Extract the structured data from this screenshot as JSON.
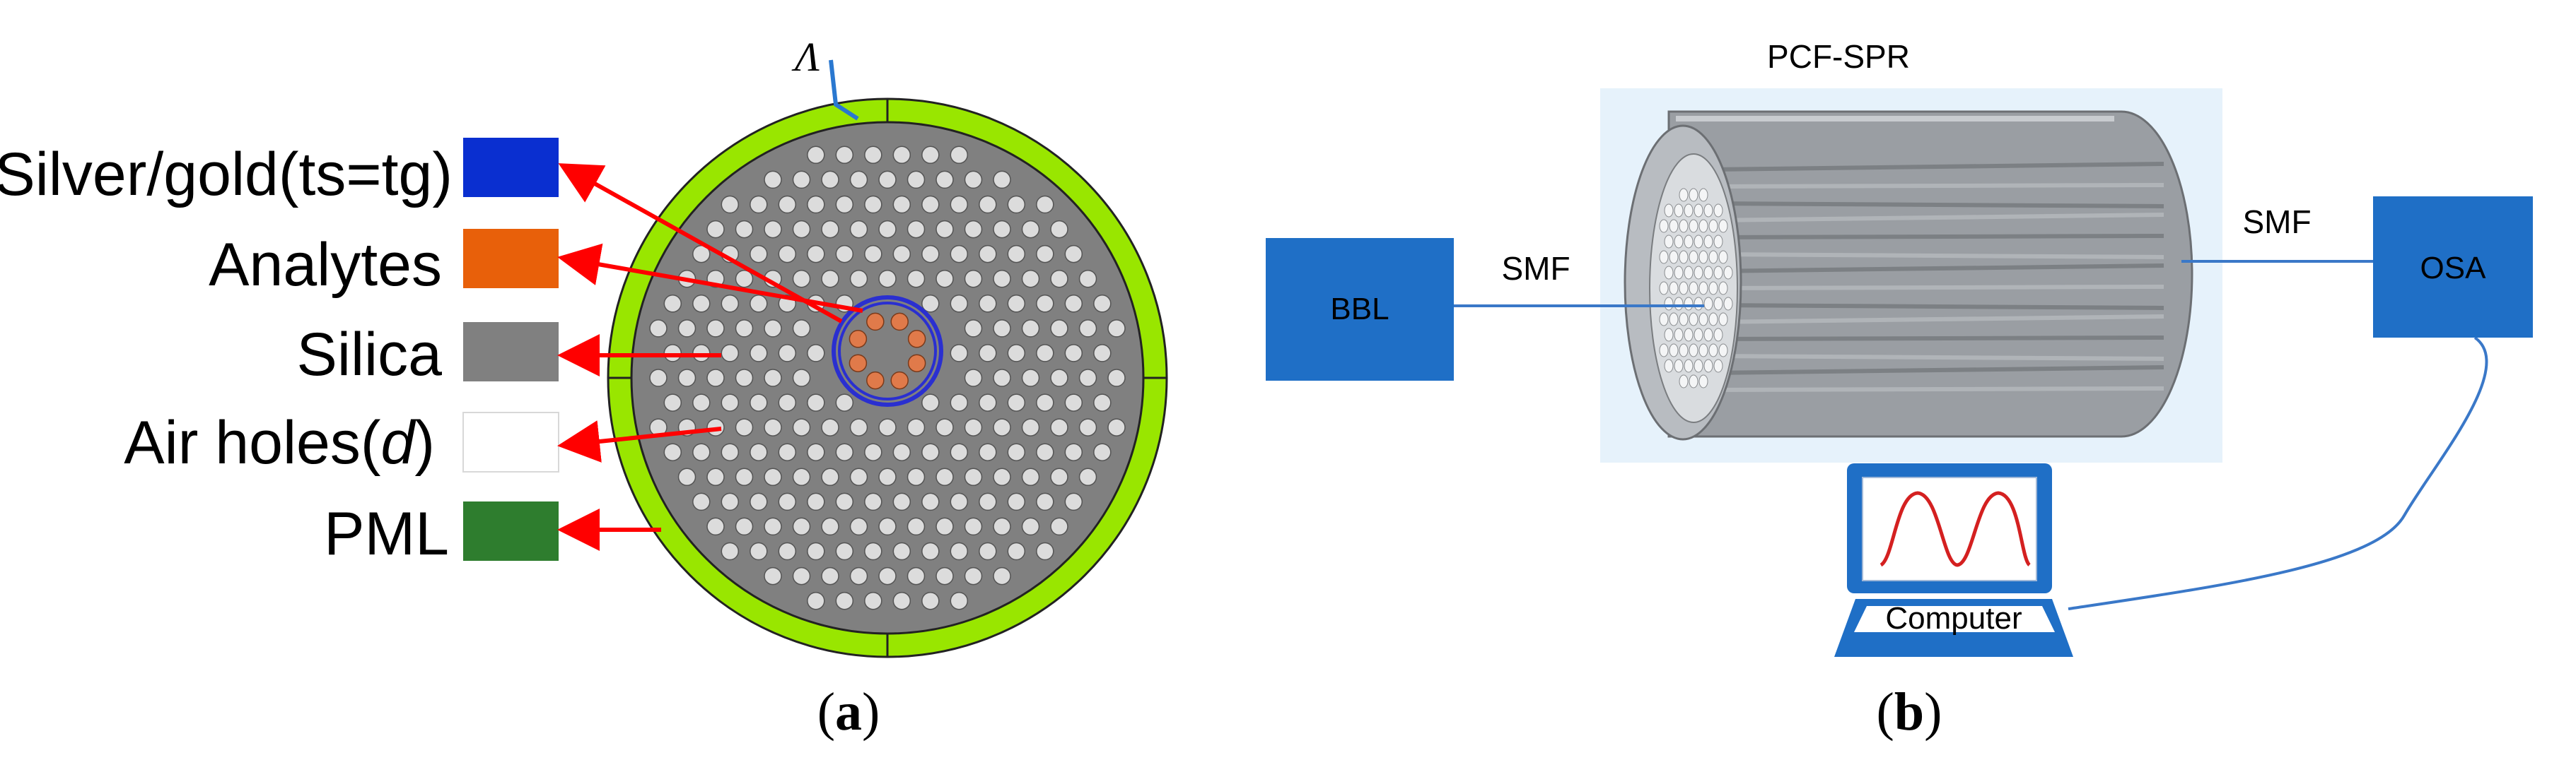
{
  "panel_a": {
    "caption": {
      "open": "(",
      "letter": "a",
      "close": ")"
    },
    "pitch_symbol": "Λ",
    "legend": [
      {
        "key": "silver",
        "text": "Silver/gold(ts=tg)",
        "color": "#0a2fd0"
      },
      {
        "key": "analytes",
        "text": "Analytes",
        "color": "#e8600a"
      },
      {
        "key": "silica",
        "text": "Silica",
        "color": "#808080"
      },
      {
        "key": "air",
        "text_pre": "Air holes(",
        "text_ital": "d",
        "text_post": ")",
        "color": "#ffffff"
      },
      {
        "key": "pml",
        "text": "PML",
        "color": "#2e7d2e"
      }
    ],
    "colors": {
      "pml_ring": "#99e600",
      "silica": "#808080",
      "air_hole": "#dcdcdc",
      "analyte": "#e07a4a",
      "metal_ring": "#2a2fd0",
      "arrow": "#ff0000",
      "pitch": "#2a78d0"
    }
  },
  "panel_b": {
    "caption": {
      "open": "(",
      "letter": "b",
      "close": ")"
    },
    "title": "PCF-SPR",
    "bbl": "BBL",
    "osa": "OSA",
    "smf_left": "SMF",
    "smf_right": "SMF",
    "computer": "Computer",
    "colors": {
      "box": "#1f6fc6",
      "fiber": "#3a78c8",
      "cylinder_bg": "#e6f2fb",
      "screen_curve": "#d42020"
    }
  }
}
